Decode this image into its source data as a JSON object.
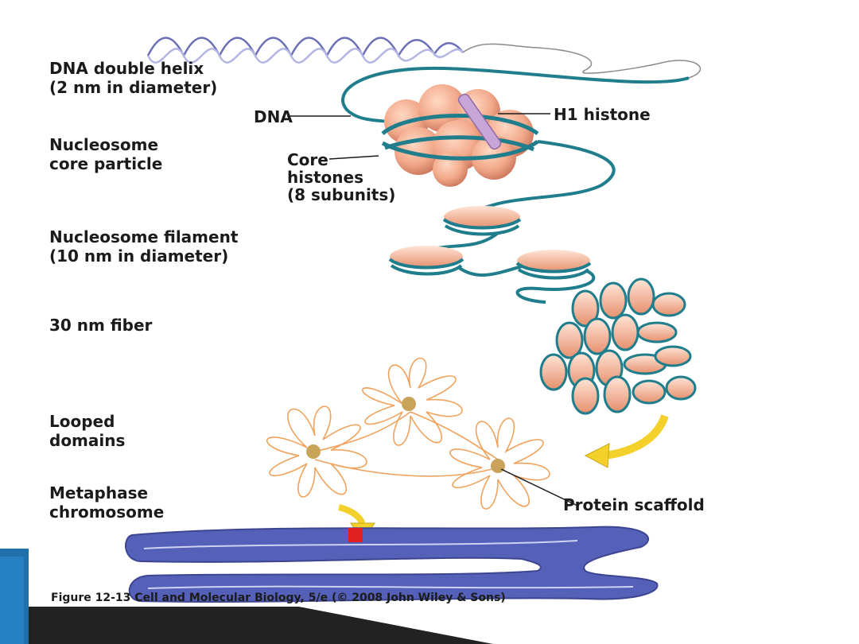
{
  "labels": {
    "dna_helix": [
      "DNA double helix",
      "(2 nm in diameter)"
    ],
    "dna": "DNA",
    "h1": "H1 histone",
    "core_particle": [
      "Nucleosome",
      "core particle"
    ],
    "core_histones": [
      "Core",
      "histones",
      "(8 subunits)"
    ],
    "filament": [
      "Nucleosome filament",
      "(10 nm in diameter)"
    ],
    "fiber": "30 nm fiber",
    "looped": [
      "Looped",
      "domains"
    ],
    "metaphase": [
      "Metaphase",
      "chromosome"
    ],
    "scaffold": "Protein scaffold"
  },
  "caption": "Figure 12-13  Cell and Molecular Biology, 5/e (© 2008 John Wiley & Sons)",
  "colors": {
    "dna": "#1f7d8c",
    "histone": "#f2a98a",
    "loops": "#f0a35c",
    "chromosome": "#5560b8",
    "centromere_mark": "#e02020",
    "arrow": "#f3d02a",
    "slide_accent": "#1f6fa8"
  }
}
